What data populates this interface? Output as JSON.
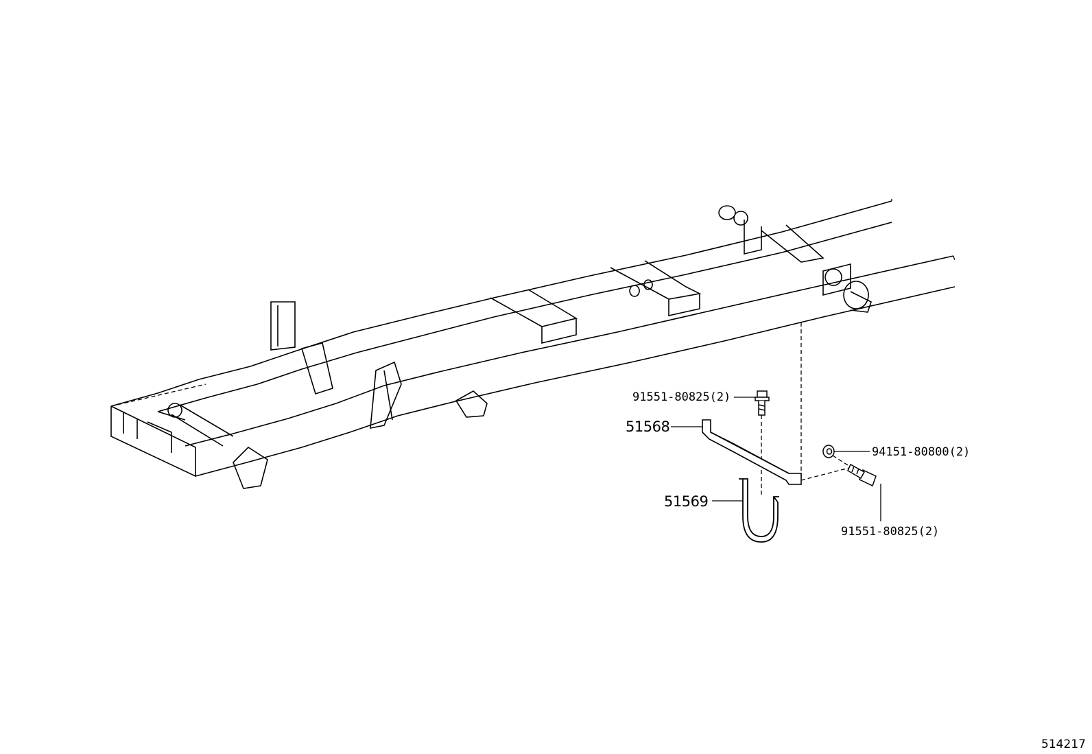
{
  "callouts": {
    "bolt_upper": "91551-80825(2)",
    "bracket": "51568",
    "nut": "94151-80800(2)",
    "band": "51569",
    "bolt_lower": "91551-80825(2)"
  },
  "reference_code": "514217",
  "colors": {
    "line": "#000000",
    "background": "#ffffff"
  }
}
